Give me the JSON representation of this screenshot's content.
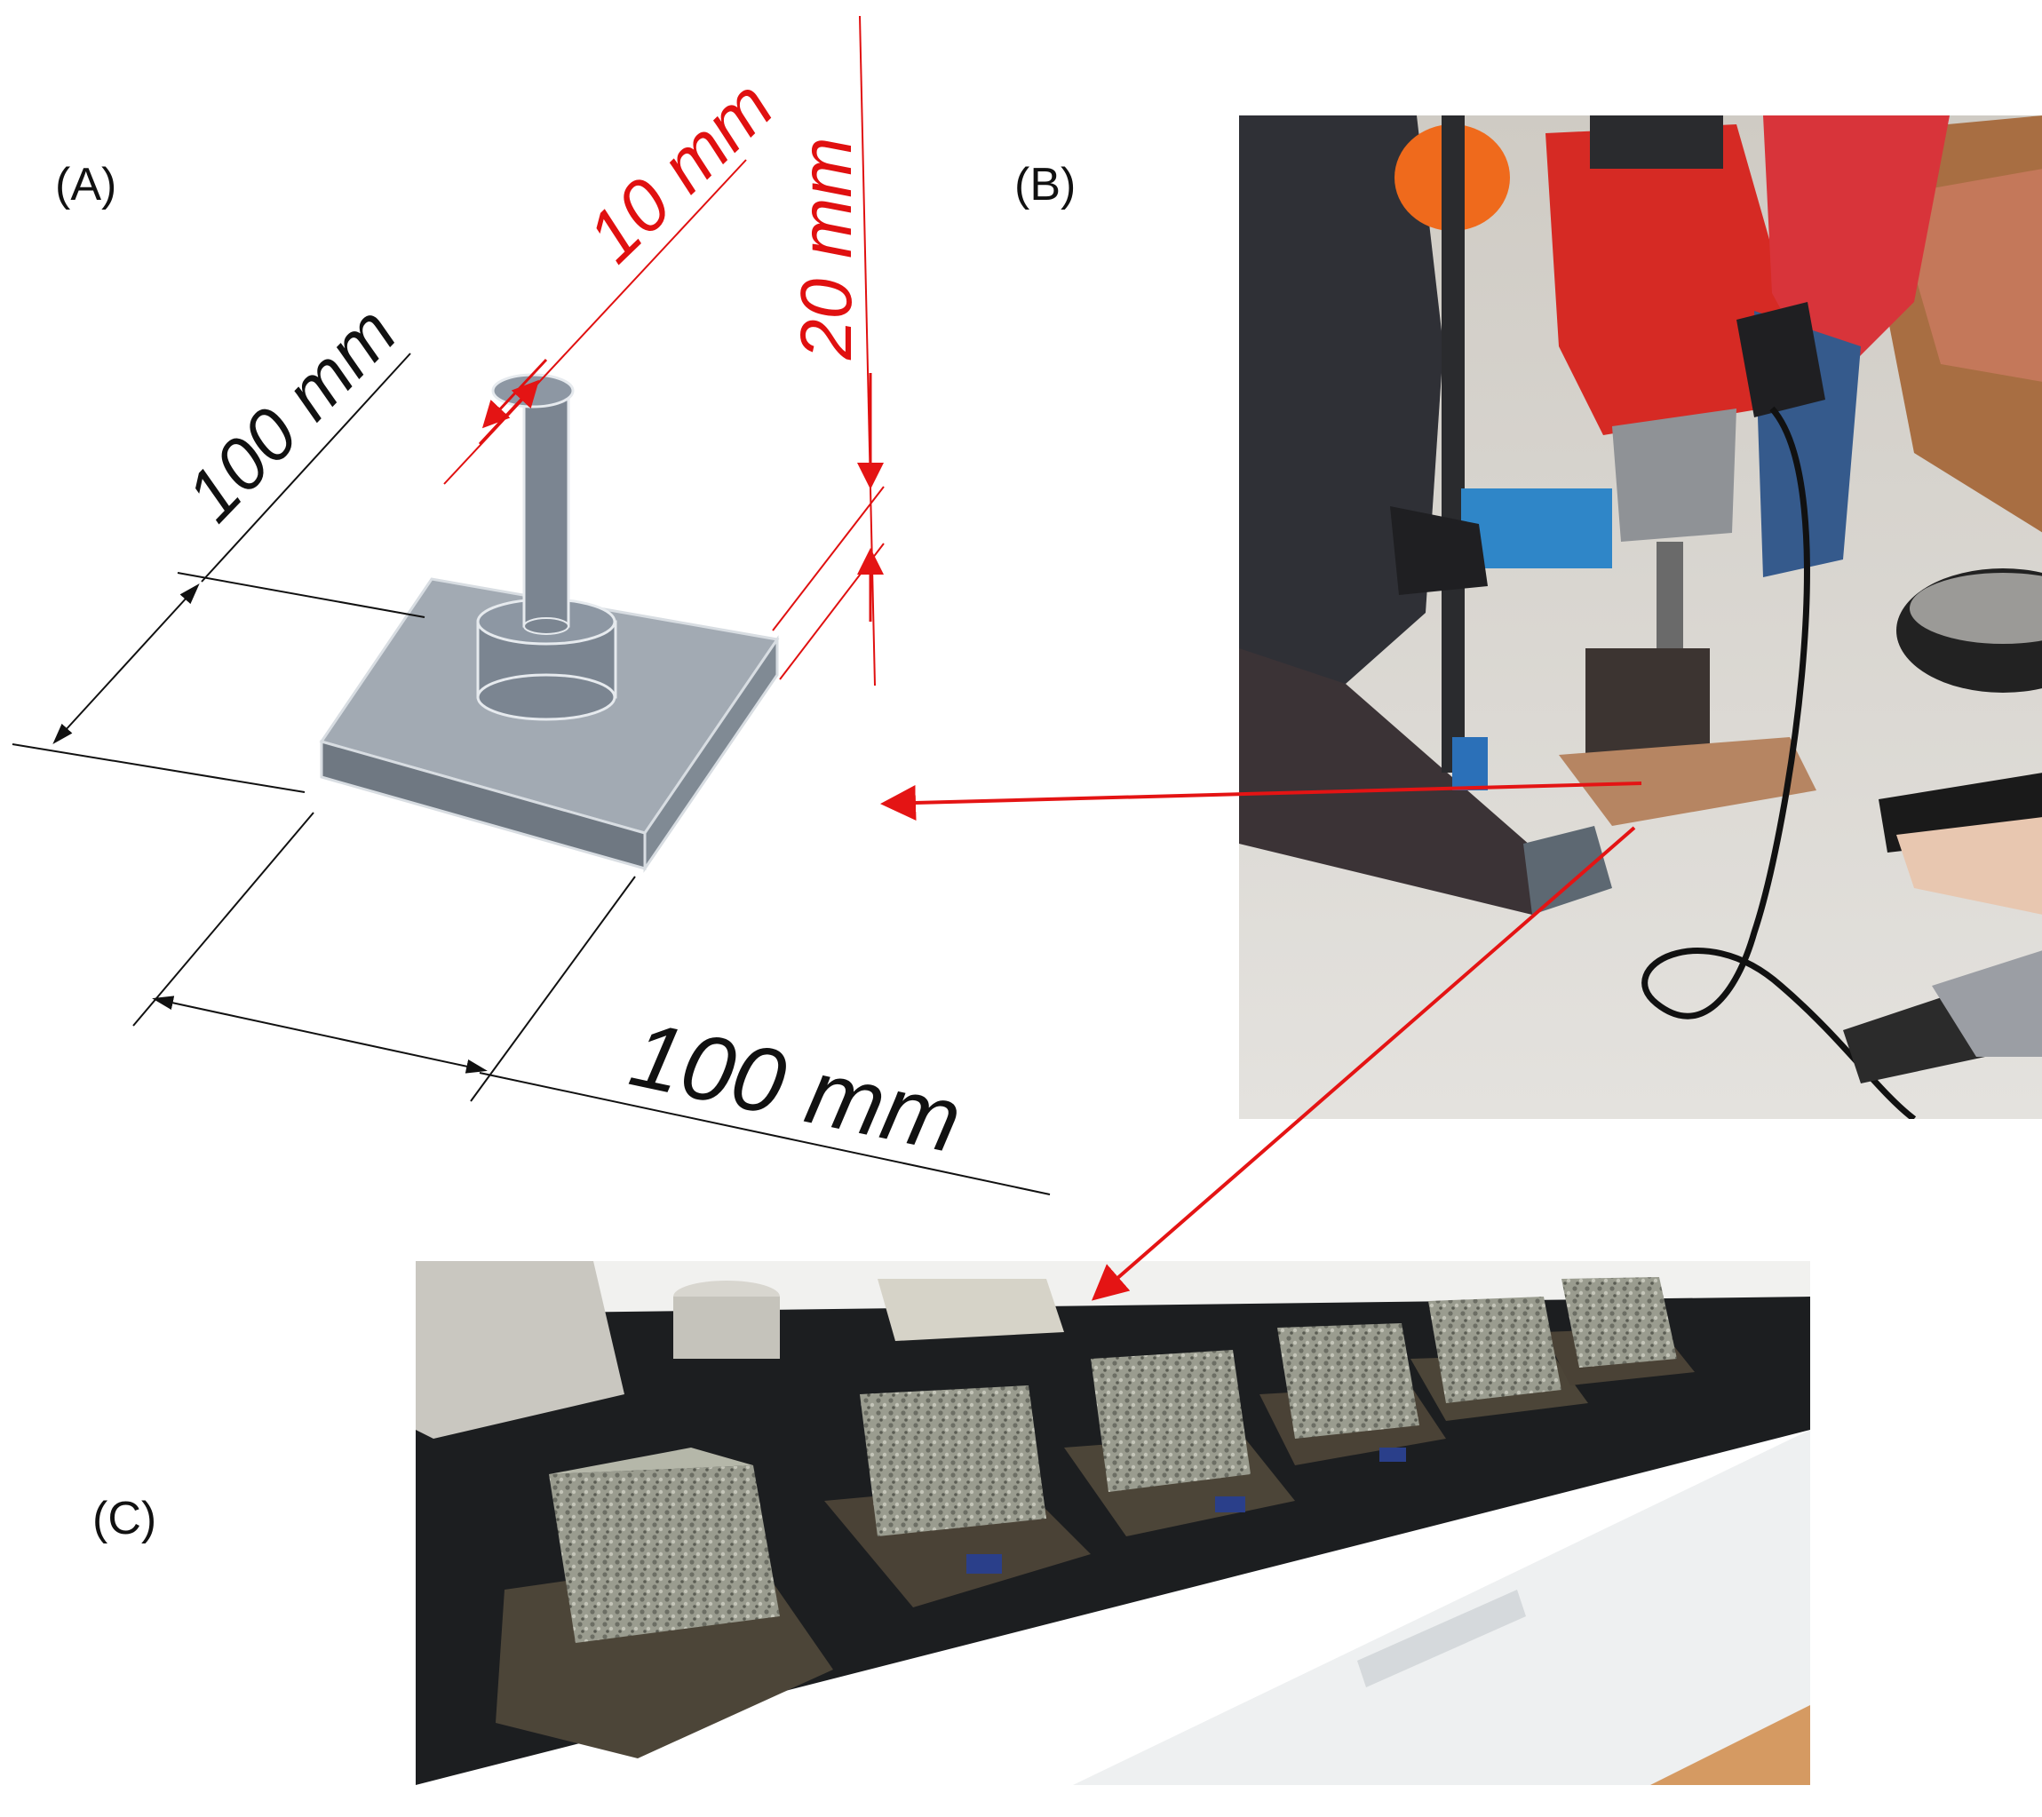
{
  "panels": {
    "a": {
      "label": "(A)"
    },
    "b": {
      "label": "(B)"
    },
    "c": {
      "label": "(C)"
    }
  },
  "dimensions": {
    "rod_diameter": "10 mm",
    "rod_height": "20 mm",
    "plate_depth": "100 mm",
    "plate_width": "100 mm"
  },
  "colors": {
    "dimension_red": "#e01010",
    "arrow_red": "#e41414",
    "steel_gray": "#7b8591",
    "counter_black": "#1c1e20",
    "cabinet_white": "#eef0f1"
  },
  "icons": {
    "rod_arrow": "arrow-left-icon",
    "plate_arrow": "arrow-down-left-icon"
  }
}
